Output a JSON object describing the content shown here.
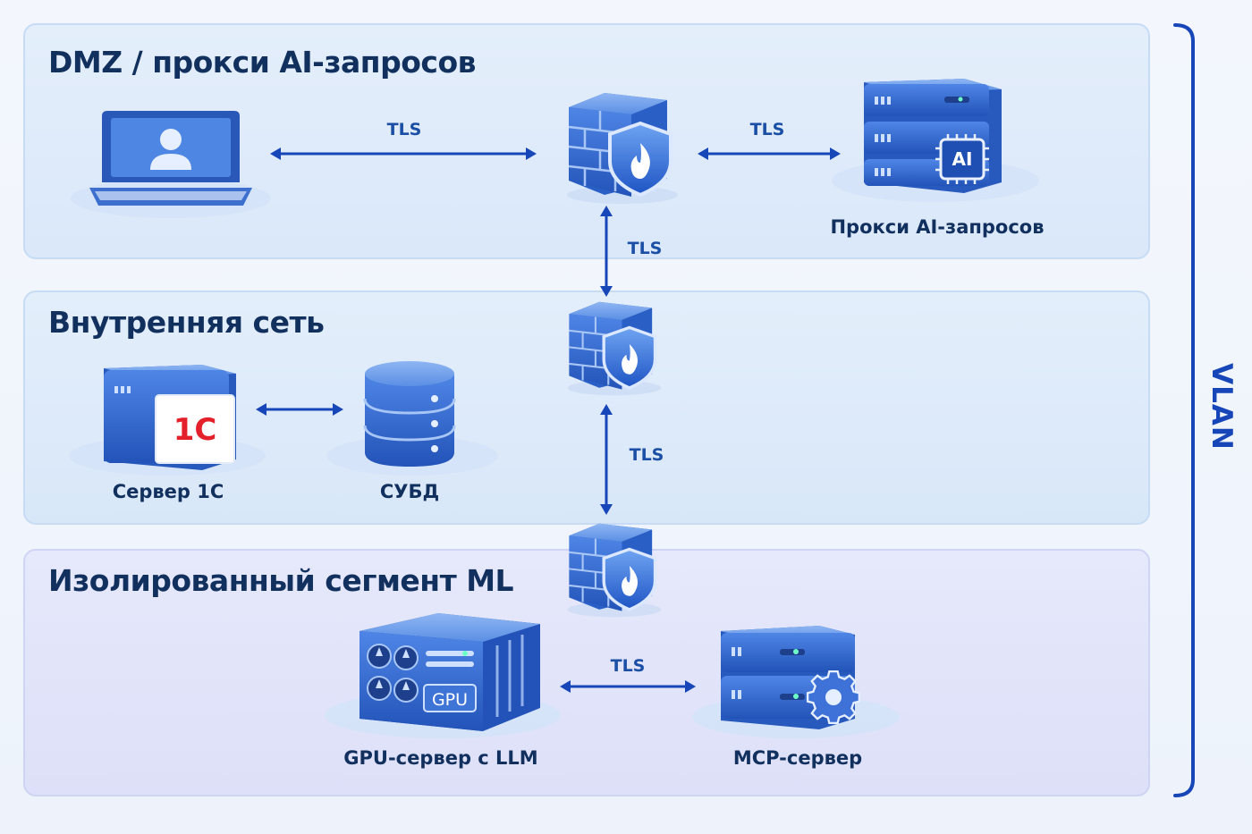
{
  "zones": {
    "dmz": {
      "title": "DMZ / прокси AI-запросов"
    },
    "internal": {
      "title": "Внутренняя сеть"
    },
    "ml": {
      "title": "Изолированный сегмент ML"
    }
  },
  "nodes": {
    "proxy": {
      "label": "Прокси AI-запросов",
      "badge": "AI"
    },
    "server1c": {
      "label": "Сервер 1С",
      "logo": "1С"
    },
    "dbms": {
      "label": "СУБД"
    },
    "gpu_server": {
      "label": "GPU-сервер с LLM",
      "badge": "GPU"
    },
    "mcp_server": {
      "label": "MCP-сервер"
    }
  },
  "connections": {
    "laptop_firewall": "TLS",
    "firewall_proxy": "TLS",
    "dmz_internal": "TLS",
    "internal_ml": "TLS",
    "gpu_mcp": "TLS"
  },
  "vlan": {
    "label": "VLAN"
  },
  "colors": {
    "accent": "#1746b8",
    "zone_border": "#c7dcf4",
    "title": "#12305e",
    "logo_red": "#e4202a"
  }
}
